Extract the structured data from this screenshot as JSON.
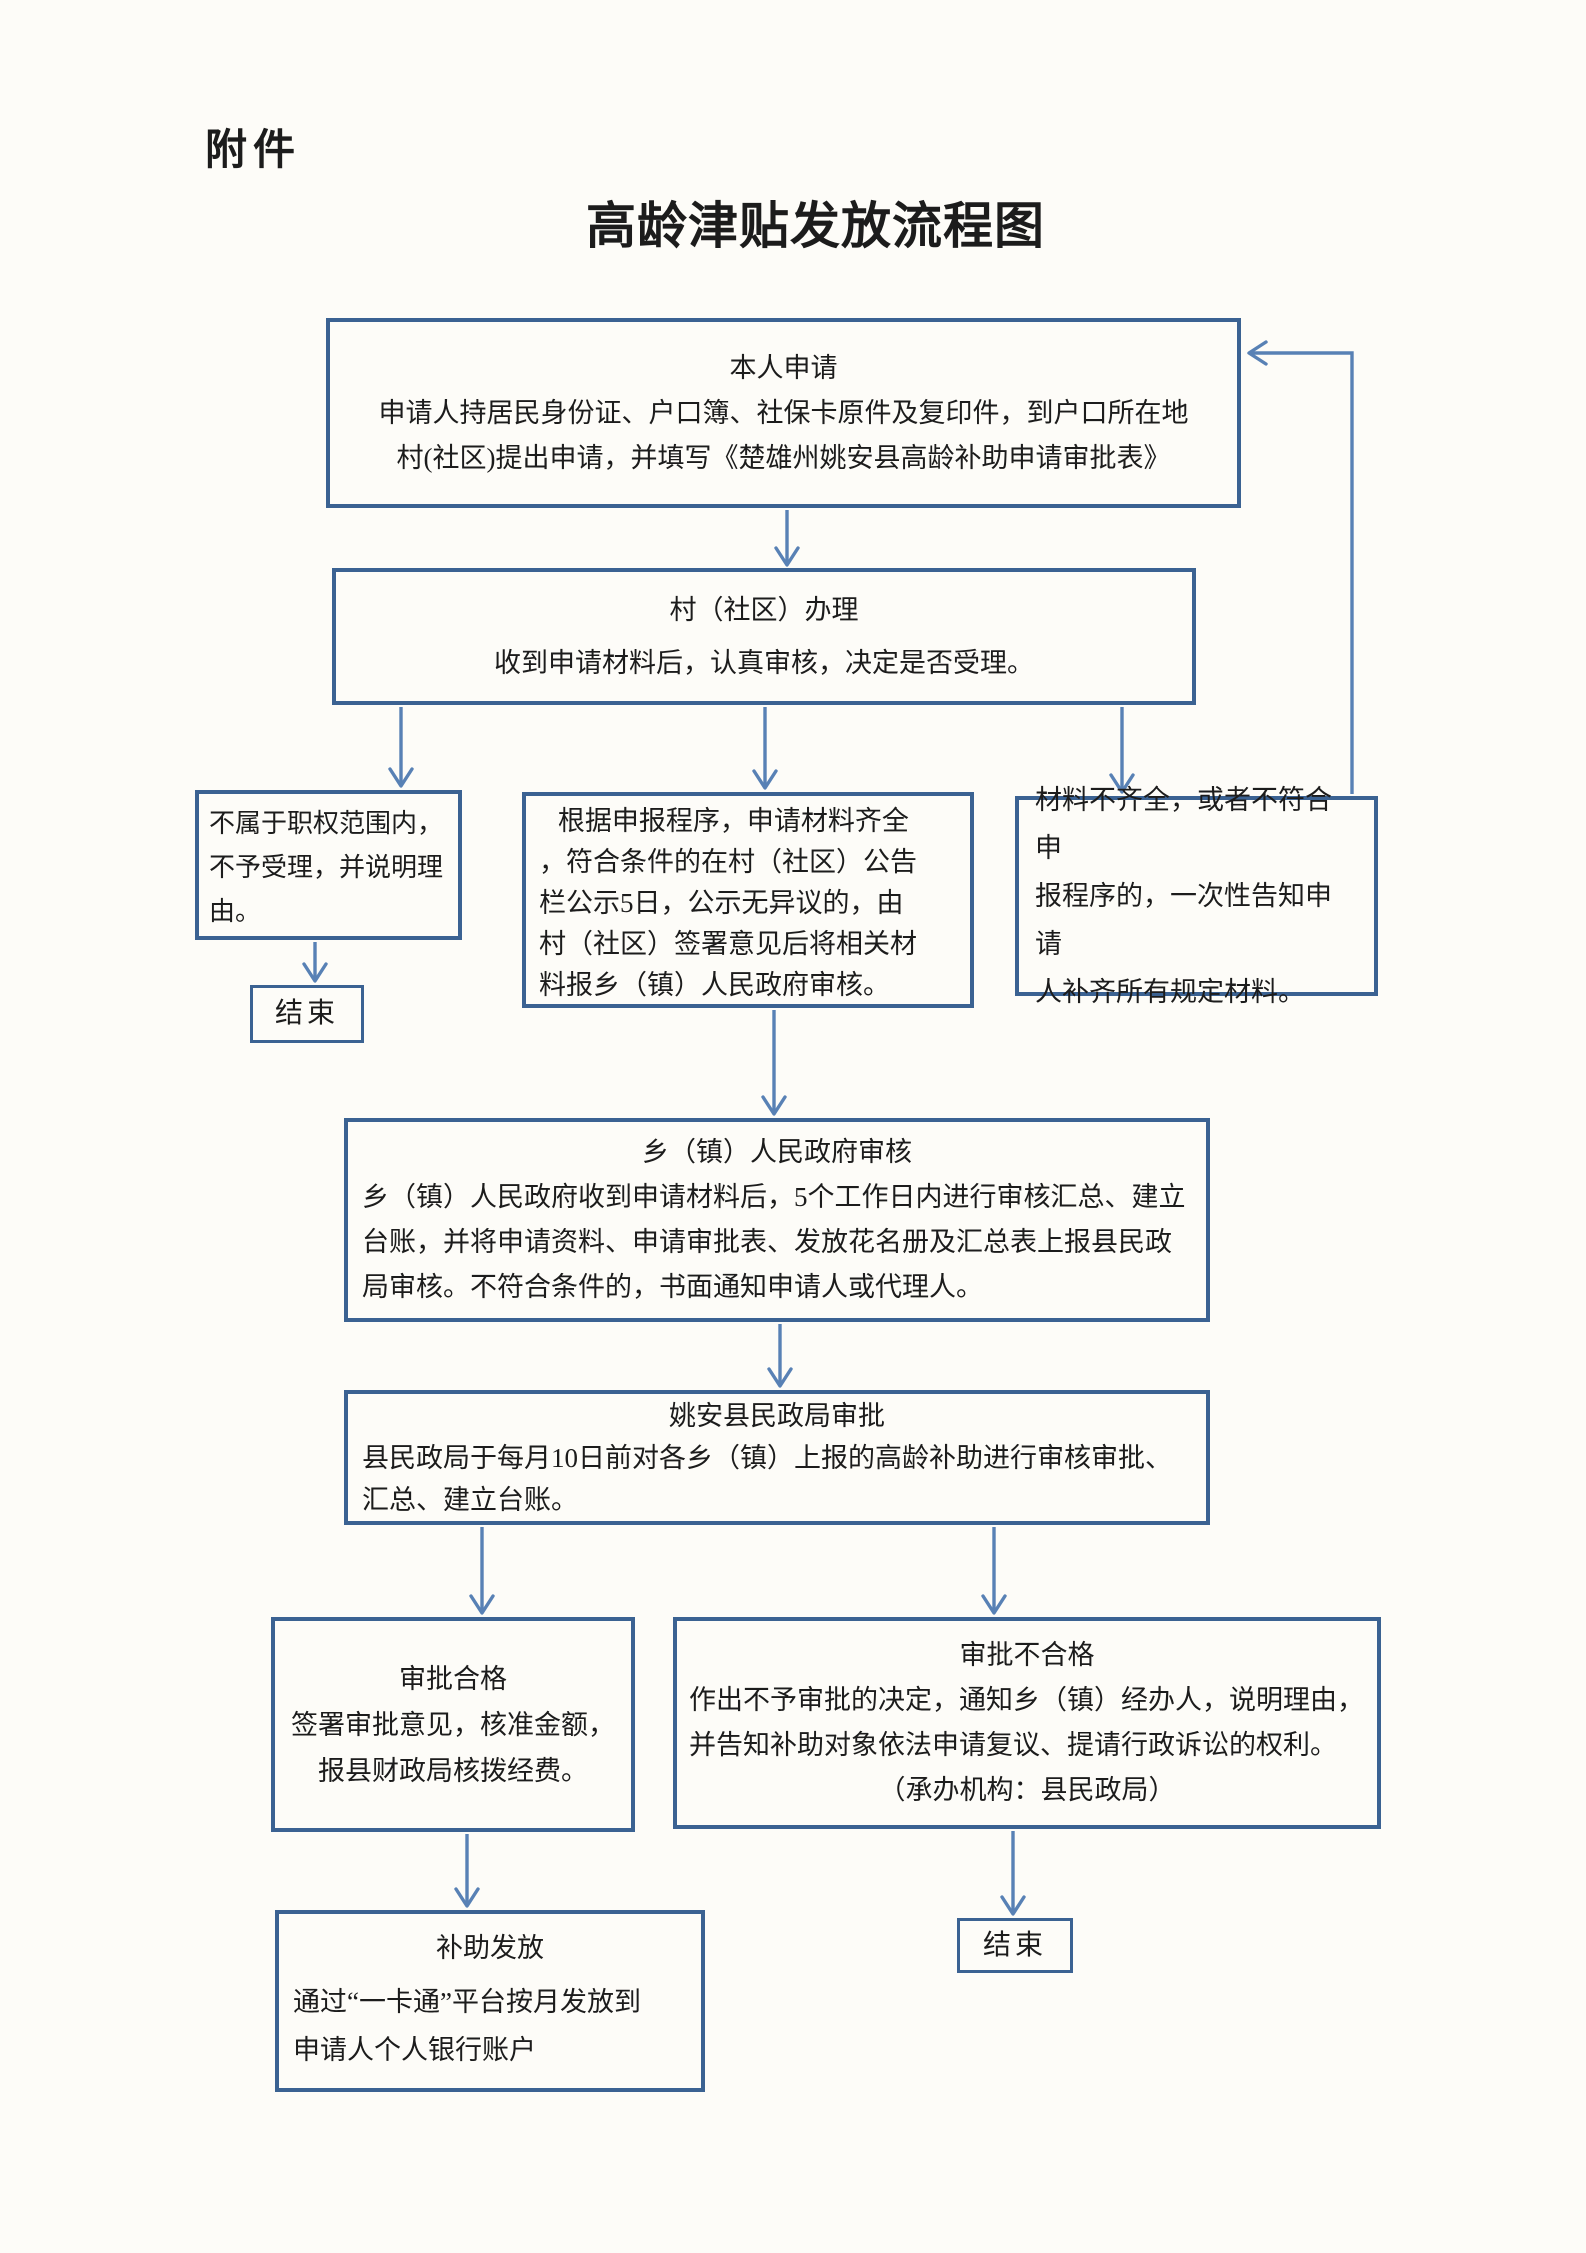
{
  "page": {
    "attachment_label": "附件",
    "title": "高龄津贴发放流程图"
  },
  "colors": {
    "paper": "#fdfcf8",
    "ink": "#1c1c1c",
    "box_border": "#3b6292",
    "arrow": "#5881b5"
  },
  "nodes": {
    "apply": {
      "title": "本人申请",
      "body": "申请人持居民身份证、户口簿、社保卡原件及复印件，到户口所在地\n村(社区)提出申请，并填写《楚雄州姚安县高龄补助申请审批表》"
    },
    "village": {
      "title": "村（社区）办理",
      "body": "收到申请材料后，认真审核，决定是否受理。"
    },
    "reject_scope": {
      "body": "不属于职权范围内，\n不予受理，并说明理\n由。"
    },
    "end1": {
      "label": "结束"
    },
    "publicize": {
      "body": "根据申报程序，申请材料齐全\n，符合条件的在村（社区）公告\n栏公示5日，公示无异议的，由\n村（社区）签署意见后将相关材\n料报乡（镇）人民政府审核。"
    },
    "incomplete": {
      "body": "材料不齐全，或者不符合申\n报程序的，一次性告知申请\n人补齐所有规定材料。"
    },
    "township": {
      "title": "乡（镇）人民政府审核",
      "body": "乡（镇）人民政府收到申请材料后，5个工作日内进行审核汇总、建立\n台账，并将申请资料、申请审批表、发放花名册及汇总表上报县民政\n局审核。不符合条件的，书面通知申请人或代理人。"
    },
    "county": {
      "title": "姚安县民政局审批",
      "body": "县民政局于每月10日前对各乡（镇）上报的高龄补助进行审核审批、\n汇总、建立台账。"
    },
    "approved": {
      "title": "审批合格",
      "body": "签署审批意见，核准金额，\n报县财政局核拨经费。"
    },
    "rejected": {
      "title": "审批不合格",
      "body": "作出不予审批的决定，通知乡（镇）经办人，说明理由，\n并告知补助对象依法申请复议、提请行政诉讼的权利。",
      "note": "（承办机构：县民政局）"
    },
    "payment": {
      "title": "补助发放",
      "body": "通过“一卡通”平台按月发放到\n申请人个人银行账户"
    },
    "end2": {
      "label": "结束"
    }
  }
}
